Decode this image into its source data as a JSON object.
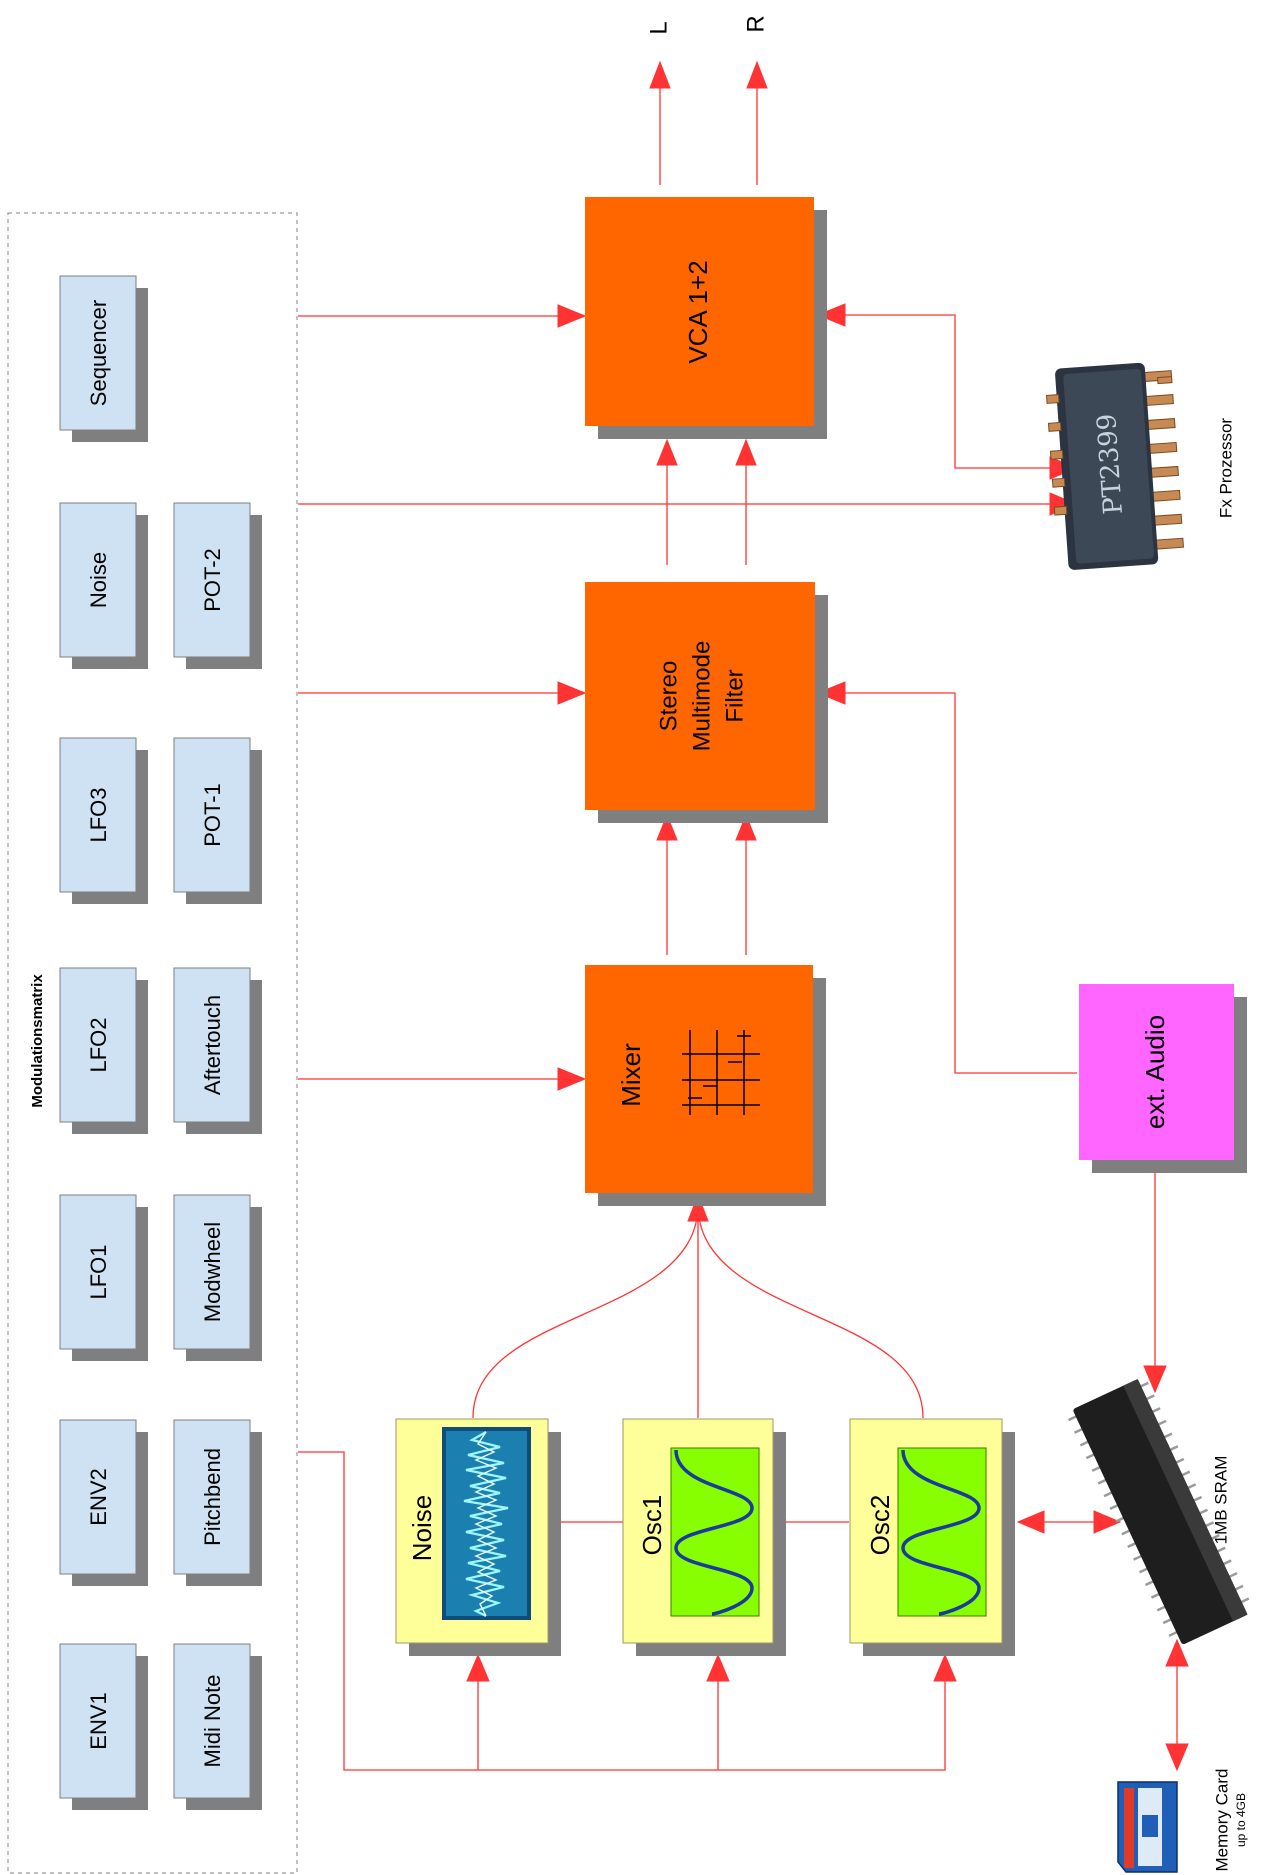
{
  "outputs": {
    "left": "L",
    "right": "R"
  },
  "blocks": {
    "vca": "VCA 1+2",
    "filter": [
      "Stereo",
      "Multimode",
      "Filter"
    ],
    "mixer": "Mixer",
    "ext_audio": "ext. Audio"
  },
  "sources": {
    "noise": "Noise",
    "osc1": "Osc1",
    "osc2": "Osc2"
  },
  "mod_matrix": {
    "title": "Modulationsmatrix",
    "column1": [
      "Sequencer",
      "Noise",
      "LFO3",
      "LFO2",
      "LFO1",
      "ENV2",
      "ENV1"
    ],
    "column2": [
      "POT-2",
      "POT-1",
      "Aftertouch",
      "Modwheel",
      "Pitchbend",
      "Midi Note"
    ]
  },
  "peripherals": {
    "fx": "Fx Prozessor",
    "fx_chip_marking": "PT2399",
    "sram": "1MB SRAM",
    "memory_card": "Memory Card",
    "memory_card_sub": "up to 4GB"
  },
  "colors": {
    "orange": "#ff6600",
    "light_blue": "#cfe2f3",
    "yellow": "#ffff99",
    "magenta": "#ff66ff",
    "arrow_red": "#ff3333",
    "shadow": "#7f7f7f"
  }
}
